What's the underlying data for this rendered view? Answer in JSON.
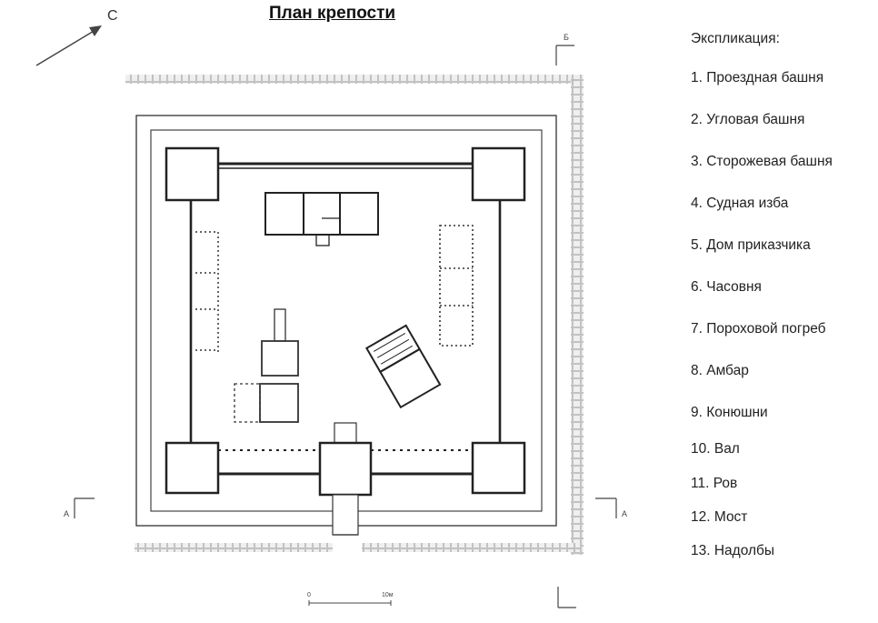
{
  "title": "План крепости",
  "north_label": "С",
  "section_label_a": "А",
  "section_label_b": "Б",
  "scale": {
    "zero": "0",
    "end": "10м"
  },
  "legend": {
    "heading": "Экспликация:",
    "items": [
      "1. Проездная башня",
      "2. Угловая башня",
      "3. Сторожевая  башня",
      "4. Судная изба",
      "5. Дом приказчика",
      "6. Часовня",
      "7. Пороховой погреб",
      "8. Амбар",
      "9. Конюшни",
      "10. Вал",
      "11. Ров",
      "12. Мост",
      "13. Надолбы"
    ]
  },
  "colors": {
    "line": "#222222",
    "light_line": "#9a9a9a",
    "palisade": "#c8c8c8",
    "background": "#ffffff"
  }
}
